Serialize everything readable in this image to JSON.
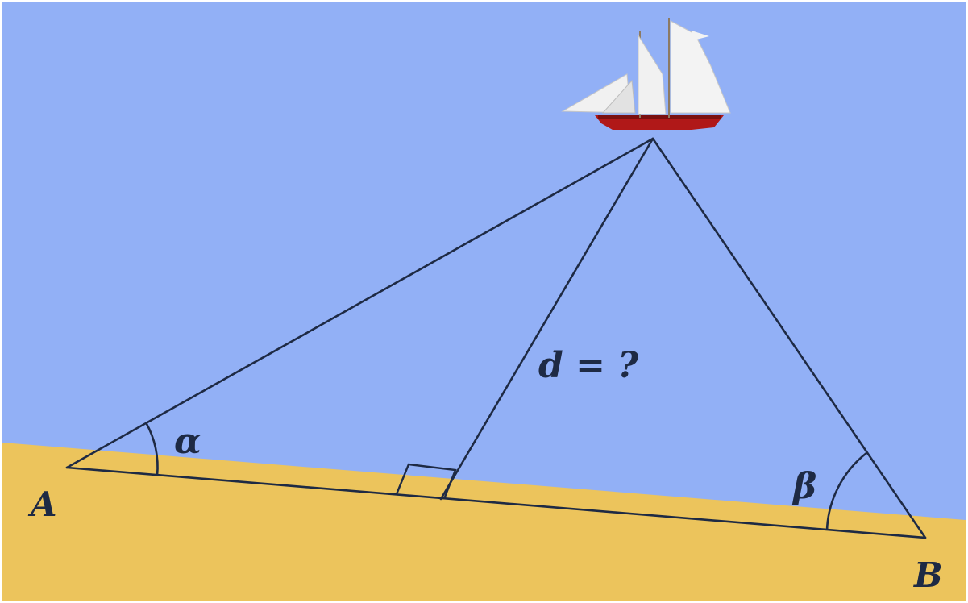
{
  "diagram": {
    "labels": {
      "point_a": "A",
      "point_b": "B",
      "angle_alpha": "α",
      "angle_beta": "β",
      "distance": "d = ?"
    },
    "colors": {
      "sky": "#92b0f6",
      "sand": "#ecc45c",
      "lines": "#1e2a44",
      "sail": "#f1f1f1",
      "hull": "#b01818"
    },
    "icons": {
      "ship": "sailing-ship-icon"
    }
  }
}
